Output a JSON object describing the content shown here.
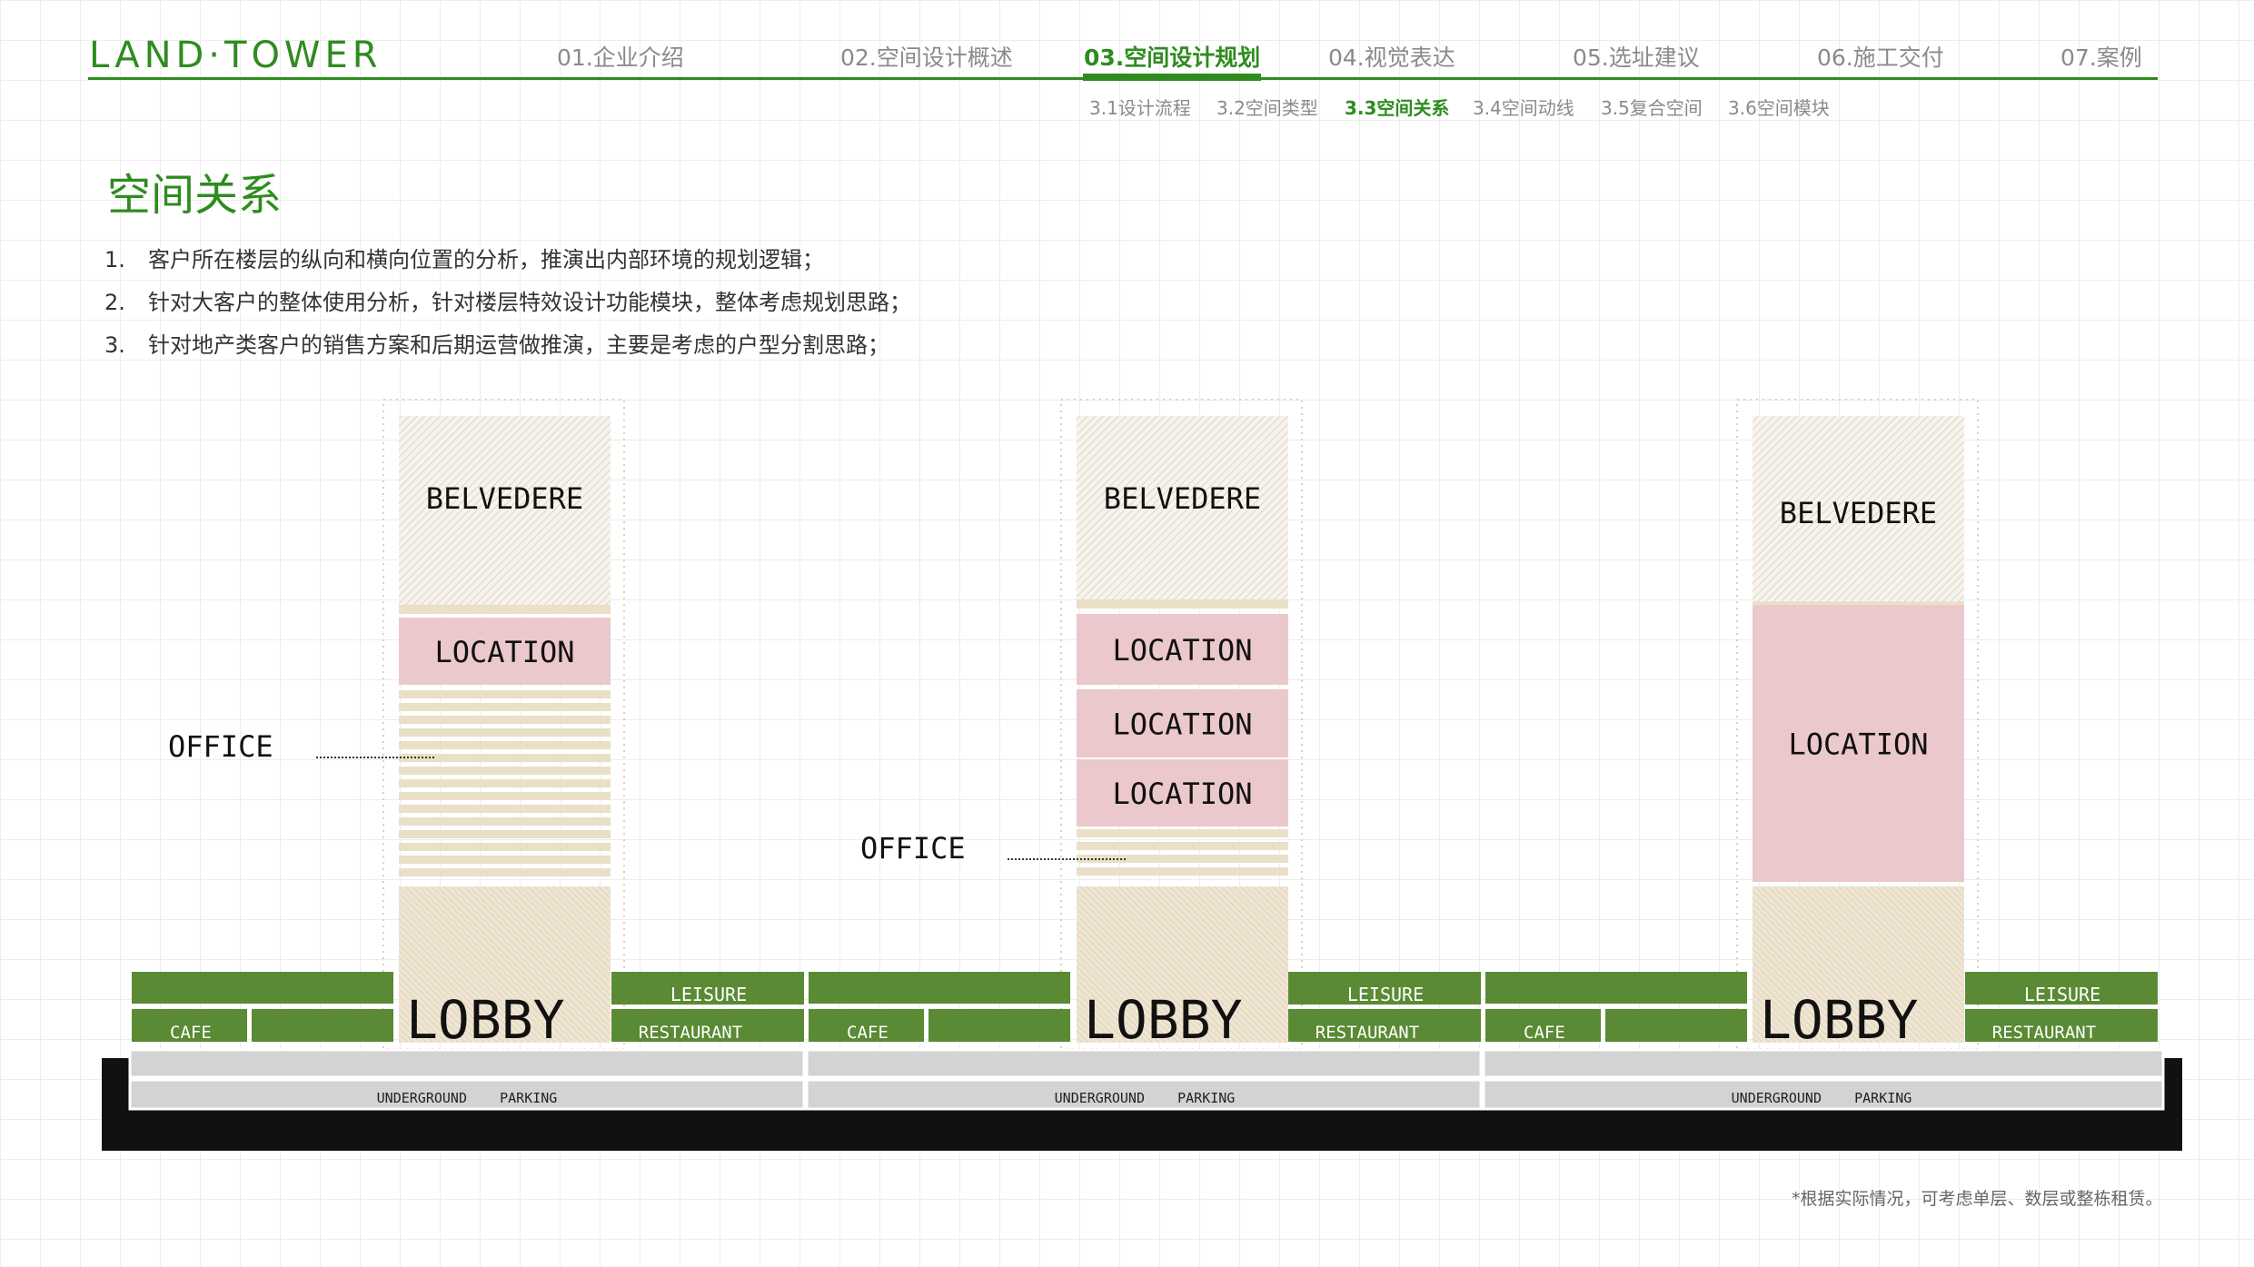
{
  "logo": "LAND·TOWER",
  "nav": [
    "01.企业介绍",
    "02.空间设计概述",
    "03.空间设计规划",
    "04.视觉表达",
    "05.选址建议",
    "06.施工交付",
    "07.案例"
  ],
  "subnav": [
    "3.1设计流程",
    "3.2空间类型",
    "3.3空间关系",
    "3.4空间动线",
    "3.5复合空间",
    "3.6空间模块"
  ],
  "title": "空间关系",
  "bullets": [
    {
      "num": "1.",
      "text": "客户所在楼层的纵向和横向位置的分析，推演出内部环境的规划逻辑；"
    },
    {
      "num": "2.",
      "text": "针对大客户的整体使用分析，针对楼层特效设计功能模块，整体考虑规划思路；"
    },
    {
      "num": "3.",
      "text": "针对地产类客户的销售方案和后期运营做推演，主要是考虑的户型分割思路；"
    }
  ],
  "labels": {
    "belvedere": "BELVEDERE",
    "location": "LOCATION",
    "office": "OFFICE",
    "lobby": "LOBBY",
    "leisure": "LEISURE",
    "restaurant": "RESTAURANT",
    "cafe": "CAFE",
    "parking": "UNDERGROUND    PARKING"
  },
  "colors": {
    "green": "#5a8a34",
    "pink": "#ebc8cb",
    "beige": "#eadfc7",
    "gray": "#d0d0d0",
    "accent": "#2e8c1f"
  },
  "footnote": "*根据实际情况，可考虑单层、数层或整栋租赁。"
}
